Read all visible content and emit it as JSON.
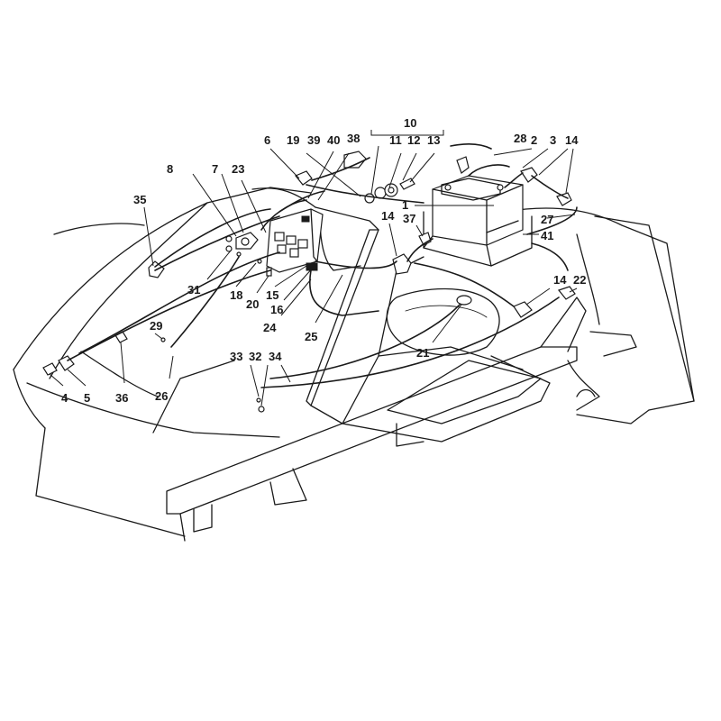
{
  "callouts": [
    {
      "id": "c1",
      "text": "1"
    },
    {
      "id": "c2",
      "text": "2"
    },
    {
      "id": "c3",
      "text": "3"
    },
    {
      "id": "c4",
      "text": "4"
    },
    {
      "id": "c5",
      "text": "5"
    },
    {
      "id": "c6",
      "text": "6"
    },
    {
      "id": "c7",
      "text": "7"
    },
    {
      "id": "c8",
      "text": "8"
    },
    {
      "id": "c10",
      "text": "10"
    },
    {
      "id": "c11",
      "text": "11"
    },
    {
      "id": "c12",
      "text": "12"
    },
    {
      "id": "c13",
      "text": "13"
    },
    {
      "id": "c14a",
      "text": "14"
    },
    {
      "id": "c14b",
      "text": "14"
    },
    {
      "id": "c14c",
      "text": "14"
    },
    {
      "id": "c15",
      "text": "15"
    },
    {
      "id": "c16",
      "text": "16"
    },
    {
      "id": "c18",
      "text": "18"
    },
    {
      "id": "c19",
      "text": "19"
    },
    {
      "id": "c20",
      "text": "20"
    },
    {
      "id": "c21",
      "text": "21"
    },
    {
      "id": "c22",
      "text": "22"
    },
    {
      "id": "c23",
      "text": "23"
    },
    {
      "id": "c24",
      "text": "24"
    },
    {
      "id": "c25",
      "text": "25"
    },
    {
      "id": "c26",
      "text": "26"
    },
    {
      "id": "c27",
      "text": "27"
    },
    {
      "id": "c28",
      "text": "28"
    },
    {
      "id": "c29",
      "text": "29"
    },
    {
      "id": "c31",
      "text": "31"
    },
    {
      "id": "c32",
      "text": "32"
    },
    {
      "id": "c33",
      "text": "33"
    },
    {
      "id": "c34",
      "text": "34"
    },
    {
      "id": "c35",
      "text": "35"
    },
    {
      "id": "c36",
      "text": "36"
    },
    {
      "id": "c37",
      "text": "37"
    },
    {
      "id": "c38",
      "text": "38"
    },
    {
      "id": "c39",
      "text": "39"
    },
    {
      "id": "c40",
      "text": "40"
    },
    {
      "id": "c41",
      "text": "41"
    }
  ]
}
